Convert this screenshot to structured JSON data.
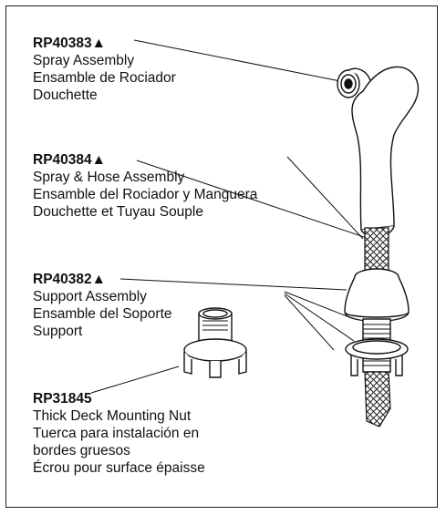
{
  "marker_glyph": "▲",
  "parts": [
    {
      "part_number": "RP40383",
      "lines": [
        "Spray Assembly",
        "Ensamble de Rociador",
        "Douchette"
      ]
    },
    {
      "part_number": "RP40384",
      "lines": [
        "Spray & Hose Assembly",
        "Ensamble del Rociador y Manguera",
        "Douchette et Tuyau Souple"
      ]
    },
    {
      "part_number": "RP40382",
      "lines": [
        "Support Assembly",
        "Ensamble del Soporte",
        "Support"
      ]
    },
    {
      "part_number": "RP31845",
      "lines": [
        "Thick Deck Mounting Nut",
        "Tuerca para instalación en",
        "bordes gruesos",
        "Écrou pour surface épaisse"
      ]
    }
  ]
}
